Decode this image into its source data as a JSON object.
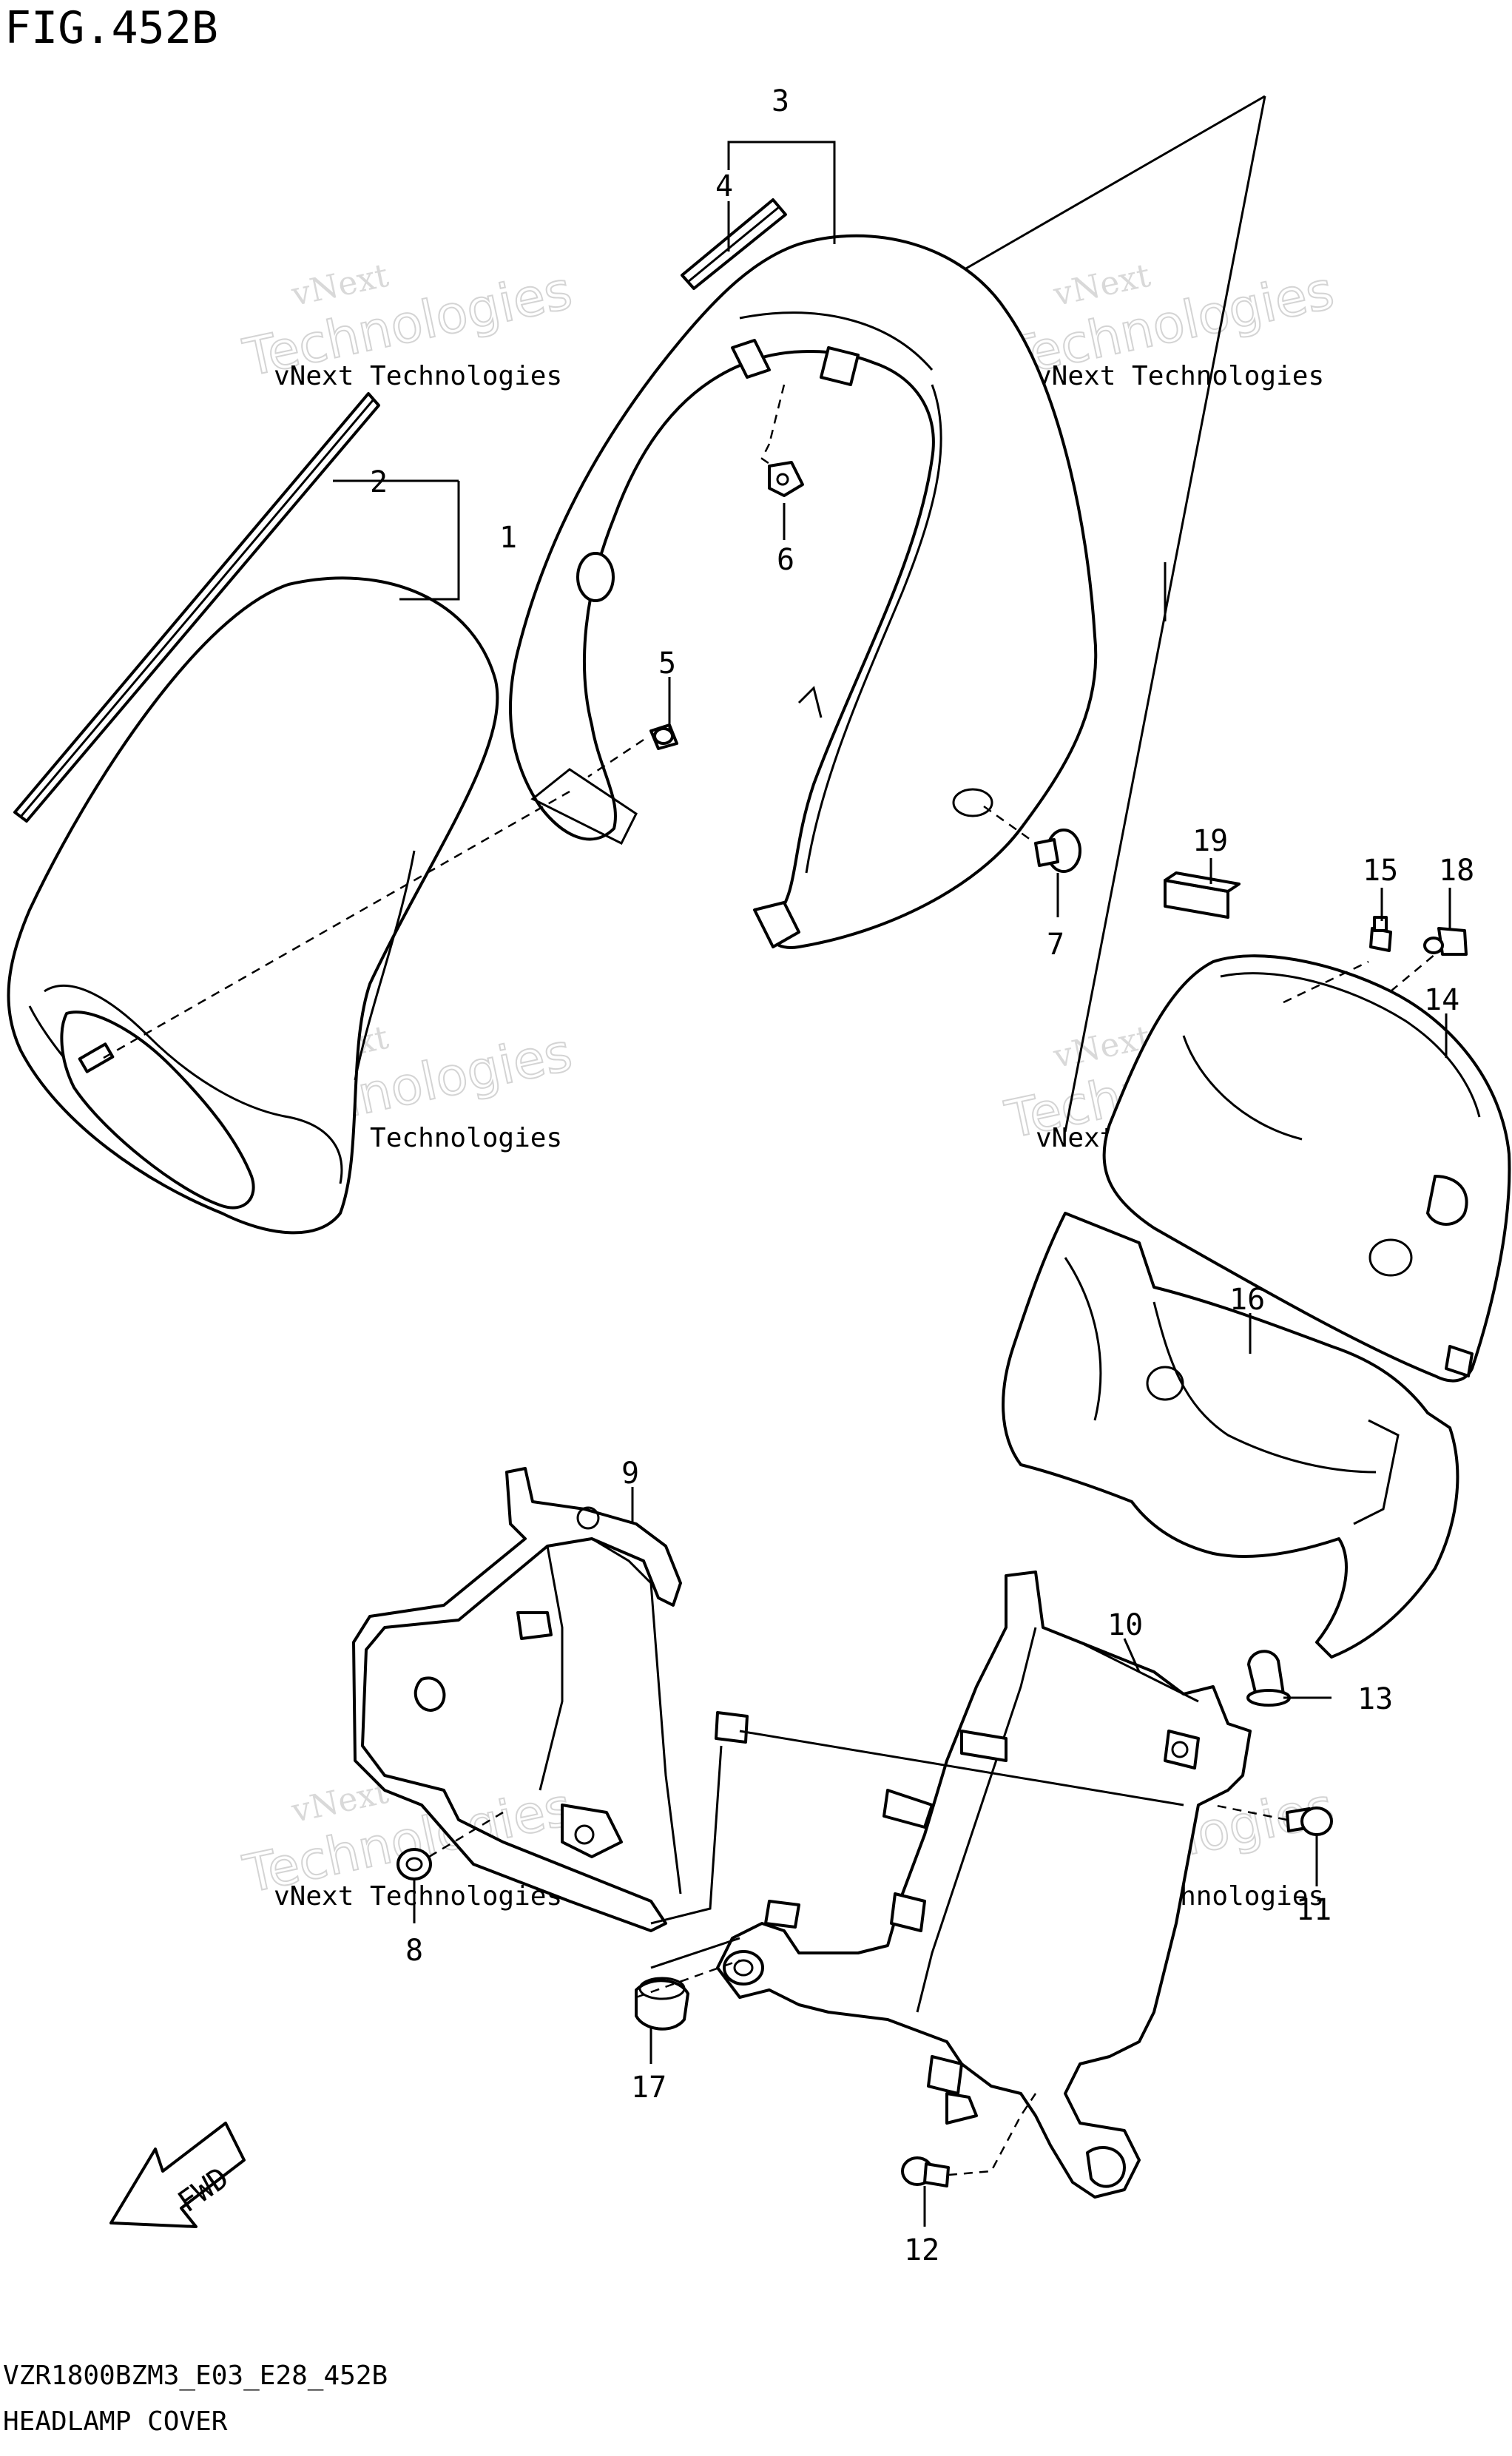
{
  "figure": {
    "title": "FIG.452B",
    "code": "VZR1800BZM3_E03_E28_452B",
    "name": "HEADLAMP COVER",
    "fwd_label": "FWD"
  },
  "watermark": {
    "line1": "vNext",
    "line2": "vNext Technologies",
    "line3": "Technologies"
  },
  "callouts": [
    "1",
    "2",
    "3",
    "4",
    "5",
    "6",
    "7",
    "8",
    "9",
    "10",
    "11",
    "12",
    "13",
    "14",
    "15",
    "16",
    "17",
    "18",
    "19"
  ]
}
